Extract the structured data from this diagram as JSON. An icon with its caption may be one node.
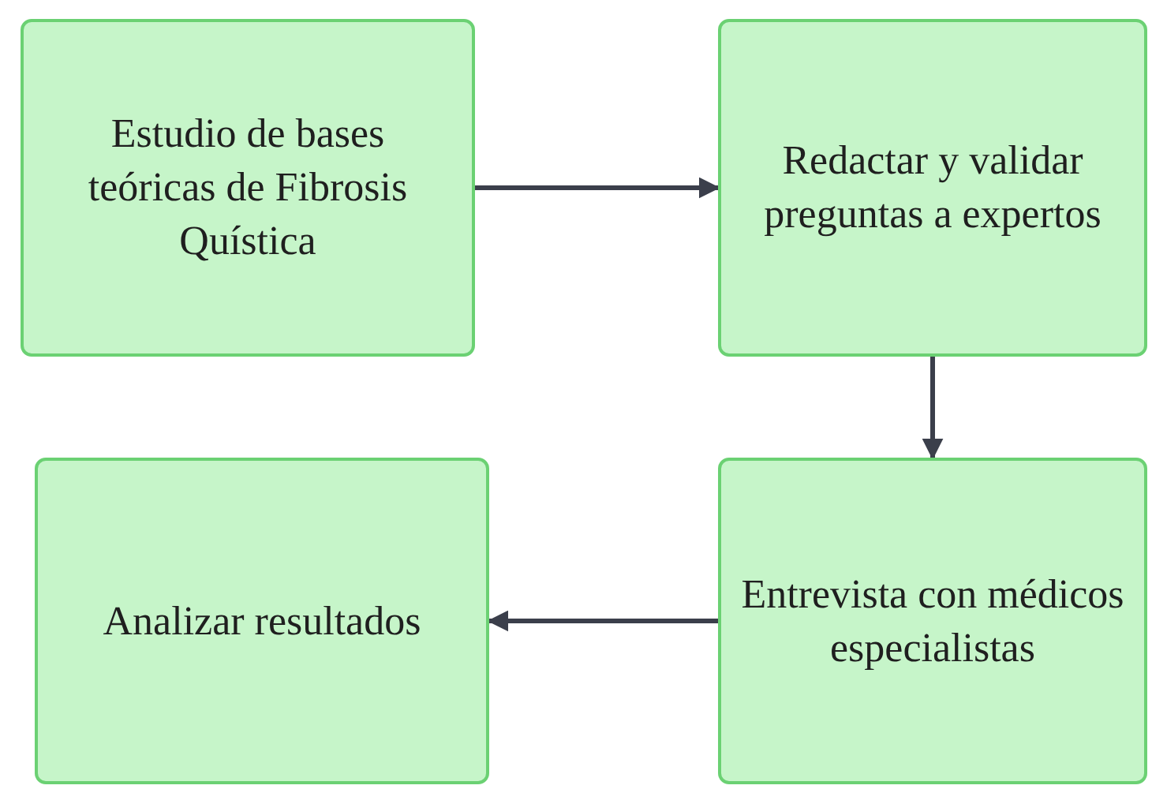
{
  "diagram": {
    "nodes": [
      {
        "text": [
          "Estudio de bases teóricas de Fibrosis Quística"
        ]
      },
      {
        "text": [
          "Redactar y validar preguntas a expertos"
        ]
      },
      {
        "text": [
          "Analizar resultados"
        ]
      },
      {
        "text": [
          "Entrevista con médicos especialistas"
        ]
      }
    ],
    "edges": [
      {
        "from": 0,
        "to": 1,
        "arrow": "to"
      },
      {
        "from": 1,
        "to": 3,
        "arrow": "to"
      },
      {
        "from": 3,
        "to": 2,
        "arrow": "to"
      }
    ]
  }
}
